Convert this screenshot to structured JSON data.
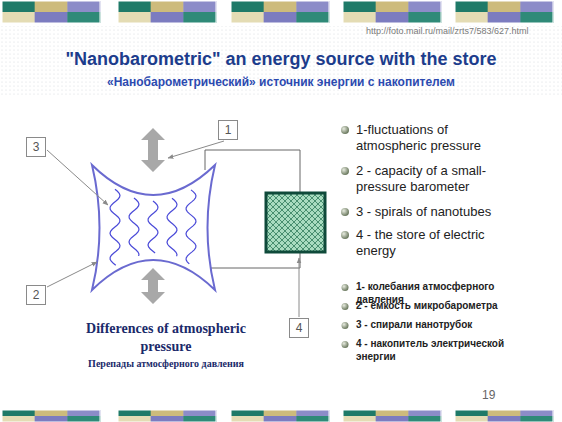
{
  "diagram": {
    "title": "\"Nanobarometric\" an energy source with the store",
    "nodes": [
      {
        "text": [
          "1"
        ]
      },
      {
        "text": [
          "3"
        ]
      },
      {
        "text": [
          "2"
        ]
      },
      {
        "text": [
          "4"
        ]
      }
    ],
    "labels": [
      "http://foto.mail.ru/mail/zrts7/583/627.html",
      "«Нанобарометрический» источник энергии с накопителем",
      "1-fluctuations of atmospheric pressure",
      "2 - capacity of a small-pressure barometer",
      "3 - spirals of nanotubes",
      "4 - the store of electric energy",
      "1- колебания атмосферного давления",
      "2 - ёмкость микробарометра",
      "3 - спирали нанотрубок",
      "4 - накопитель электрической энергии",
      "Differences of atmospheric pressure",
      "Перепады атмосферного давления",
      "19"
    ]
  }
}
